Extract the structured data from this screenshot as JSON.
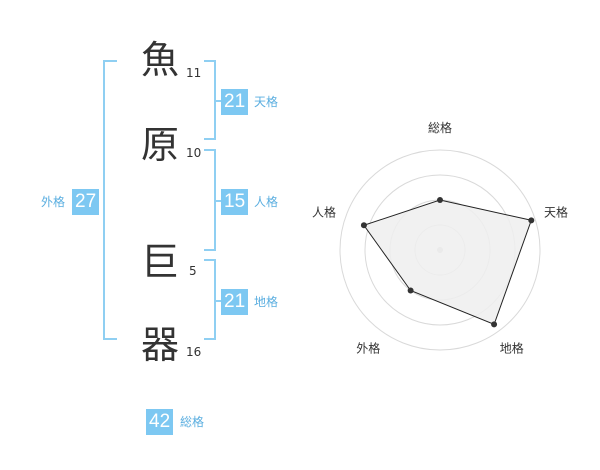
{
  "characters": [
    {
      "char": "魚",
      "strokes": "11"
    },
    {
      "char": "原",
      "strokes": "10"
    },
    {
      "char": "巨",
      "strokes": "5"
    },
    {
      "char": "器",
      "strokes": "16"
    }
  ],
  "grades": {
    "tenkaku": {
      "value": "21",
      "label": "天格"
    },
    "jinkaku": {
      "value": "15",
      "label": "人格"
    },
    "chikaku": {
      "value": "21",
      "label": "地格"
    },
    "gaikaku": {
      "value": "27",
      "label": "外格"
    },
    "soukaku": {
      "value": "42",
      "label": "総格"
    }
  },
  "colors": {
    "accent": "#7dc8f2",
    "bracket": "#8fcff2"
  },
  "chart_data": {
    "type": "radar",
    "axes": [
      "総格",
      "天格",
      "地格",
      "外格",
      "人格"
    ],
    "values": [
      0.5,
      0.96,
      0.92,
      0.5,
      0.8
    ],
    "rings": 4
  }
}
